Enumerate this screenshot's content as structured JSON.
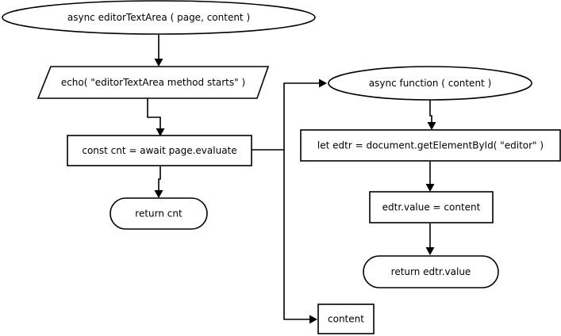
{
  "diagram": {
    "nodes": {
      "start": {
        "label": "async editorTextArea ( page, content )",
        "shape": "terminator"
      },
      "echo": {
        "label": "echo( \"editorTextArea method starts\" )",
        "shape": "parallelogram"
      },
      "evaluate": {
        "label": "const cnt = await page.evaluate",
        "shape": "process"
      },
      "return_cnt": {
        "label": "return cnt",
        "shape": "terminator"
      },
      "async_fn": {
        "label": "async function ( content )",
        "shape": "terminator"
      },
      "get_editor": {
        "label": "let edtr = document.getElementById( \"editor\" )",
        "shape": "process"
      },
      "set_value": {
        "label": "edtr.value = content",
        "shape": "process"
      },
      "return_value": {
        "label": "return edtr.value",
        "shape": "terminator"
      },
      "content_arg": {
        "label": "content",
        "shape": "process"
      }
    },
    "edges": [
      {
        "from": "start",
        "to": "echo"
      },
      {
        "from": "echo",
        "to": "evaluate"
      },
      {
        "from": "evaluate",
        "to": "return_cnt"
      },
      {
        "from": "evaluate",
        "to": "async_fn"
      },
      {
        "from": "evaluate",
        "to": "content_arg"
      },
      {
        "from": "async_fn",
        "to": "get_editor"
      },
      {
        "from": "get_editor",
        "to": "set_value"
      },
      {
        "from": "set_value",
        "to": "return_value"
      }
    ]
  }
}
